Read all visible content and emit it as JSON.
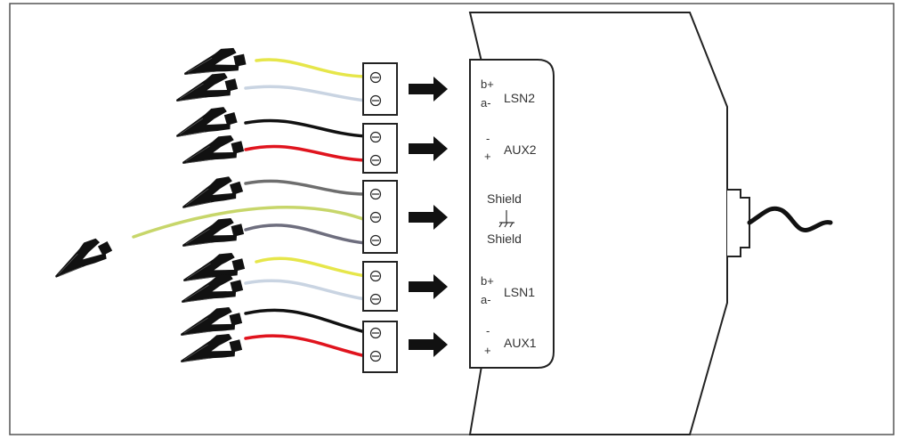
{
  "colors": {
    "frame": "#444444",
    "black_wire": "#111111",
    "yellow_wire": "#e6e64a",
    "white_wire": "#c9d4e2",
    "red_wire": "#e0141e",
    "gray_wire": "#6e6e6e",
    "green_yellow_wire": "#c7d66a"
  },
  "icons": {
    "clip": "alligator-clip-icon",
    "screw": "screw-terminal-icon",
    "arrow": "right-arrow-icon",
    "ground": "ground-symbol-icon"
  },
  "groups": [
    {
      "top": "b+",
      "bottom": "a-",
      "name": "LSN2"
    },
    {
      "top": "-",
      "bottom": "+",
      "name": "AUX2"
    },
    {
      "top": "Shield",
      "bottom": "Shield",
      "name": ""
    },
    {
      "top": "b+",
      "bottom": "a-",
      "name": "LSN1"
    },
    {
      "top": "-",
      "bottom": "+",
      "name": "AUX1"
    }
  ]
}
